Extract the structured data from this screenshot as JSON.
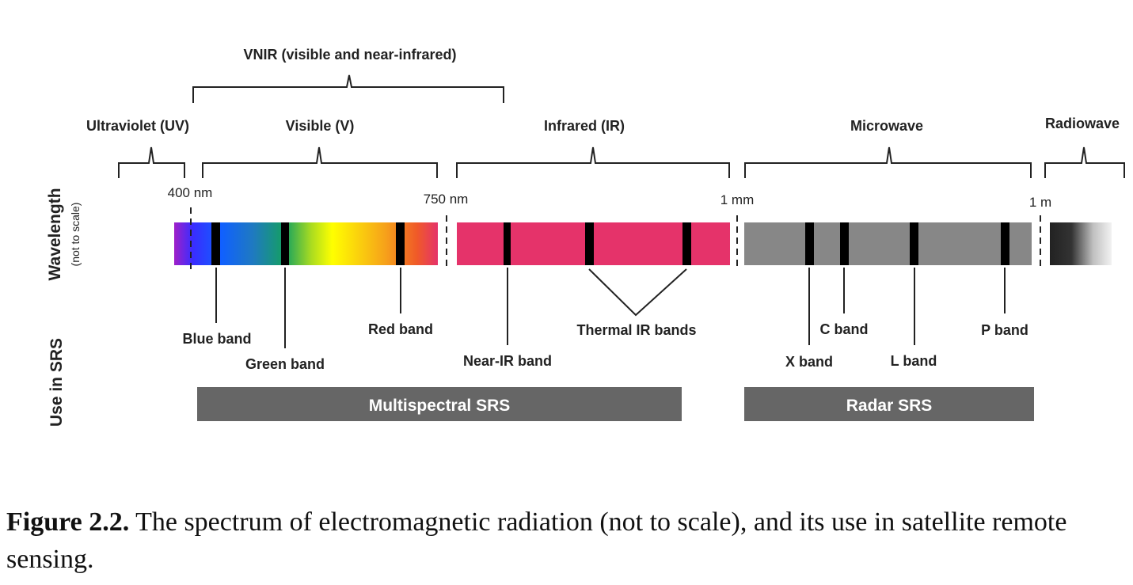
{
  "regions": {
    "vnir": "VNIR (visible and near-infrared)",
    "uv": "Ultraviolet (UV)",
    "visible": "Visible (V)",
    "infrared": "Infrared (IR)",
    "microwave": "Microwave",
    "radiowave": "Radiowave"
  },
  "wavelengths": {
    "w400": "400 nm",
    "w750": "750 nm",
    "w1mm": "1 mm",
    "w1m": "1 m"
  },
  "axes": {
    "wavelength": "Wavelength",
    "not_to_scale": "(not to scale)",
    "use_in_srs": "Use in SRS"
  },
  "bands": {
    "blue": "Blue band",
    "green": "Green band",
    "red": "Red band",
    "near_ir": "Near-IR band",
    "thermal_ir": "Thermal IR bands",
    "x": "X band",
    "c": "C band",
    "l": "L band",
    "p": "P band"
  },
  "srs": {
    "multispectral": "Multispectral SRS",
    "radar": "Radar SRS"
  },
  "caption": {
    "prefix": "Figure 2.2.",
    "text": " The spectrum of electromagnetic radiation (not to scale), and its use in satellite remote sensing."
  },
  "colors": {
    "infrared_bar": "#e5336a",
    "microwave_bar": "#878787",
    "band_marker": "#000000",
    "srs_bar": "#666666"
  }
}
